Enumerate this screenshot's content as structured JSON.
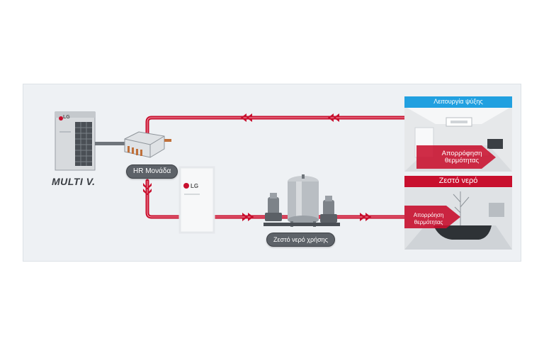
{
  "labels": {
    "hr_unit": "HR Μονάδα",
    "brand": "MULTI V.",
    "hot_water_use": "Ζεστό νερό χρήσης",
    "cooling_title": "Λειτουργία ψύξης",
    "cooling_absorb_line1": "Απορρόφηση",
    "cooling_absorb_line2": "θερμότητας",
    "hot_water_title": "Ζεστό νερό",
    "hot_absorb_line1": "Απορρόηση",
    "hot_absorb_line2": "θερμότητας",
    "lg_logo": "LG"
  },
  "colors": {
    "pipe": "#c8102e",
    "background": "#eef1f4",
    "cooling_header": "#21a0e0",
    "hot_header": "#c8102e",
    "pill": "#5d6268"
  },
  "icons": [
    "outdoor-unit-icon",
    "hr-unit-icon",
    "hydro-kit-icon",
    "pump-icon",
    "water-tank-icon",
    "arrow-chevron-icon"
  ]
}
